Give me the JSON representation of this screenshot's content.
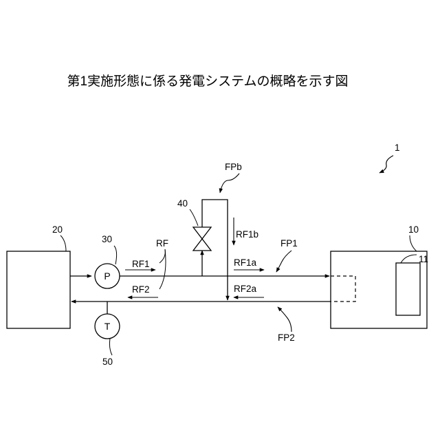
{
  "title": "第1実施形態に係る発電システムの概略を示す図",
  "labels": {
    "system": "1",
    "block_20": "20",
    "block_10": "10",
    "block_11": "11",
    "pump_ref": "30",
    "pump_letter": "P",
    "sensor_ref": "50",
    "sensor_letter": "T",
    "valve_ref": "40",
    "rf": "RF",
    "rf1": "RF1",
    "rf2": "RF2",
    "rf1a": "RF1a",
    "rf1b": "RF1b",
    "rf2a": "RF2a",
    "fp1": "FP1",
    "fp2": "FP2",
    "fpb": "FPb"
  },
  "colors": {
    "line": "#000000",
    "background": "#ffffff"
  }
}
